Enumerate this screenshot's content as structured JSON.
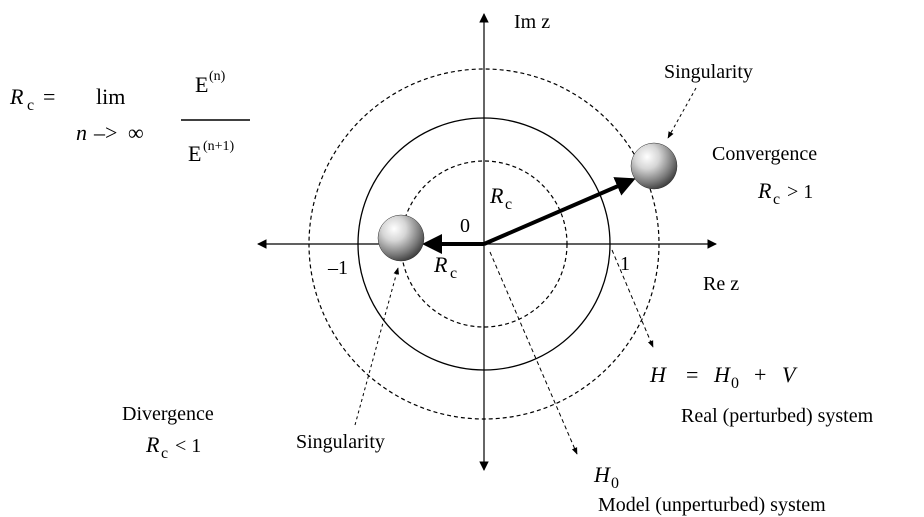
{
  "formula": {
    "lhs_symbol": "R",
    "lhs_sub": "c",
    "equals": "=",
    "lim": "lim",
    "lim_var": "n",
    "lim_arrow": "–>",
    "lim_target": "∞",
    "numerator_base": "E",
    "numerator_sup": "(n)",
    "denominator_base": "E",
    "denominator_sup": "(n+1)"
  },
  "axes": {
    "im_label": "Im z",
    "re_label": "Re z",
    "origin_label": "0",
    "tick_pos": "1",
    "tick_neg": "–1"
  },
  "radius_labels": {
    "r_symbol": "R",
    "r_sub": "c"
  },
  "singularity_labels": {
    "right": "Singularity",
    "left": "Singularity"
  },
  "convergence": {
    "title": "Convergence",
    "cond_symbol": "R",
    "cond_sub": "c",
    "cond_rel": " > 1"
  },
  "divergence": {
    "title": "Divergence",
    "cond_symbol": "R",
    "cond_sub": "c",
    "cond_rel": " < 1"
  },
  "real_system": {
    "H": "H",
    "eq": "=",
    "H0": "H",
    "H0_sub": "0",
    "plus": "+",
    "V": "V",
    "description": "Real (perturbed) system"
  },
  "model_system": {
    "H0": "H",
    "H0_sub": "0",
    "description": "Model (unperturbed) system"
  },
  "colors": {
    "ink": "#000000",
    "sphere_light": "#ffffff",
    "sphere_dark": "#3a3a3a"
  }
}
